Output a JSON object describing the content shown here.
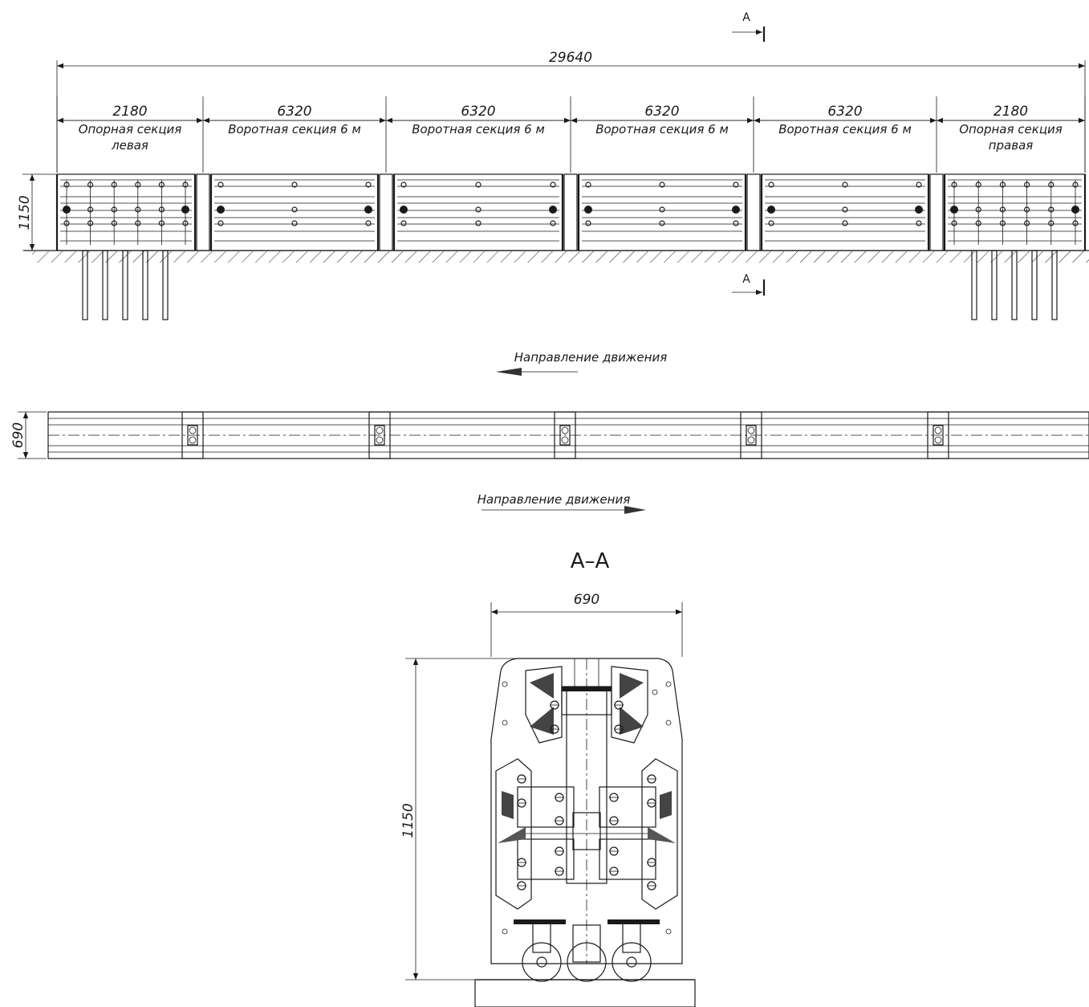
{
  "dimensions": {
    "total_length": "29640",
    "height": "1150",
    "width": "690",
    "section_a_height": "1150",
    "section_a_width": "690"
  },
  "sections": [
    {
      "length": "2180",
      "label_line1": "Опорная секция",
      "label_line2": "левая"
    },
    {
      "length": "6320",
      "label_line1": "Воротная секция  6 м",
      "label_line2": ""
    },
    {
      "length": "6320",
      "label_line1": "Воротная секция 6 м",
      "label_line2": ""
    },
    {
      "length": "6320",
      "label_line1": "Воротная секция 6 м",
      "label_line2": ""
    },
    {
      "length": "6320",
      "label_line1": "Воротная секция 6 м",
      "label_line2": ""
    },
    {
      "length": "2180",
      "label_line1": "Опорная секция",
      "label_line2": "правая"
    }
  ],
  "cut_marker": "А",
  "section_title": "А–А",
  "direction_label_top": "Направление движения",
  "direction_label_bottom": "Направление движения"
}
